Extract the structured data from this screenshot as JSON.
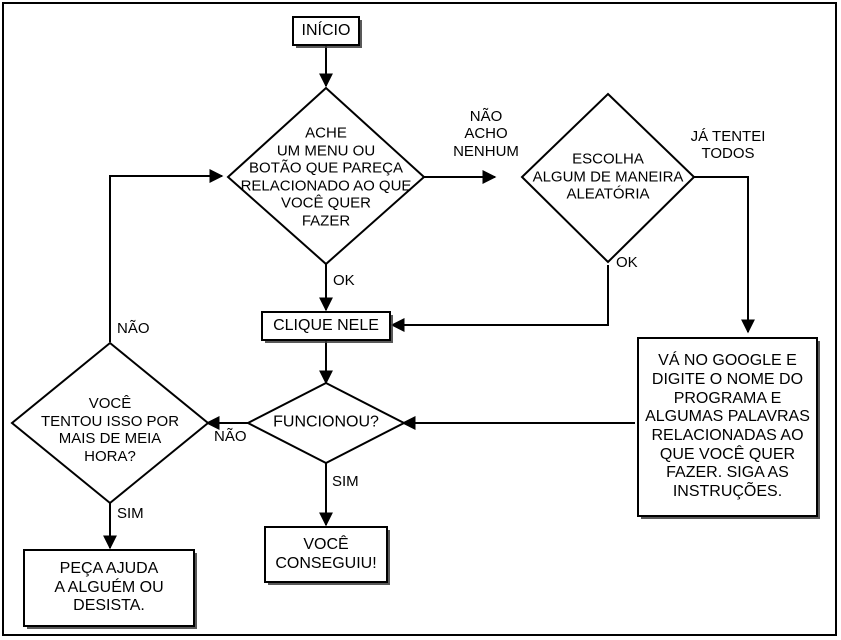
{
  "diagram": {
    "title": "Fluxograma de uso de software",
    "language": "pt-BR",
    "colors": {
      "stroke": "#000000",
      "fill": "#ffffff",
      "text": "#000000"
    },
    "nodes": {
      "inicio": {
        "type": "terminator",
        "label": "INÍCIO"
      },
      "ache": {
        "type": "decision",
        "lines": [
          "ACHE",
          "UM MENU OU",
          "BOTÃO QUE PAREÇA",
          "RELACIONADO AO QUE",
          "VOCÊ QUER",
          "FAZER"
        ]
      },
      "escolha": {
        "type": "decision",
        "lines": [
          "ESCOLHA",
          "ALGUM DE MANEIRA",
          "ALEATÓRIA"
        ]
      },
      "google": {
        "type": "process",
        "lines": [
          "VÁ NO GOOGLE E",
          "DIGITE O NOME DO",
          "PROGRAMA E",
          "ALGUMAS PALAVRAS",
          "RELACIONADAS AO",
          "QUE VOCÊ QUER",
          "FAZER. SIGA AS",
          "INSTRUÇÕES."
        ]
      },
      "clique": {
        "type": "process",
        "label": "CLIQUE NELE"
      },
      "funcionou": {
        "type": "decision",
        "lines": [
          "FUNCIONOU?"
        ]
      },
      "meiahora": {
        "type": "decision",
        "lines": [
          "VOCÊ",
          "TENTOU ISSO POR",
          "MAIS DE MEIA",
          "HORA?"
        ]
      },
      "sucesso": {
        "type": "terminator",
        "lines": [
          "VOCÊ",
          "CONSEGUIU!"
        ]
      },
      "ajuda": {
        "type": "terminator",
        "lines": [
          "PEÇA AJUDA",
          "A ALGUÉM OU",
          "DESISTA."
        ]
      }
    },
    "edge_labels": {
      "nao_acho_nenhum": [
        "NÃO",
        "ACHO",
        "NENHUM"
      ],
      "ja_tentei_todos": [
        "JÁ TENTEI",
        "TODOS"
      ],
      "ok_ache": "OK",
      "ok_escolha": "OK",
      "nao_funcionou": "NÃO",
      "sim_funcionou": "SIM",
      "nao_meiahora": "NÃO",
      "sim_meiahora": "SIM"
    }
  }
}
